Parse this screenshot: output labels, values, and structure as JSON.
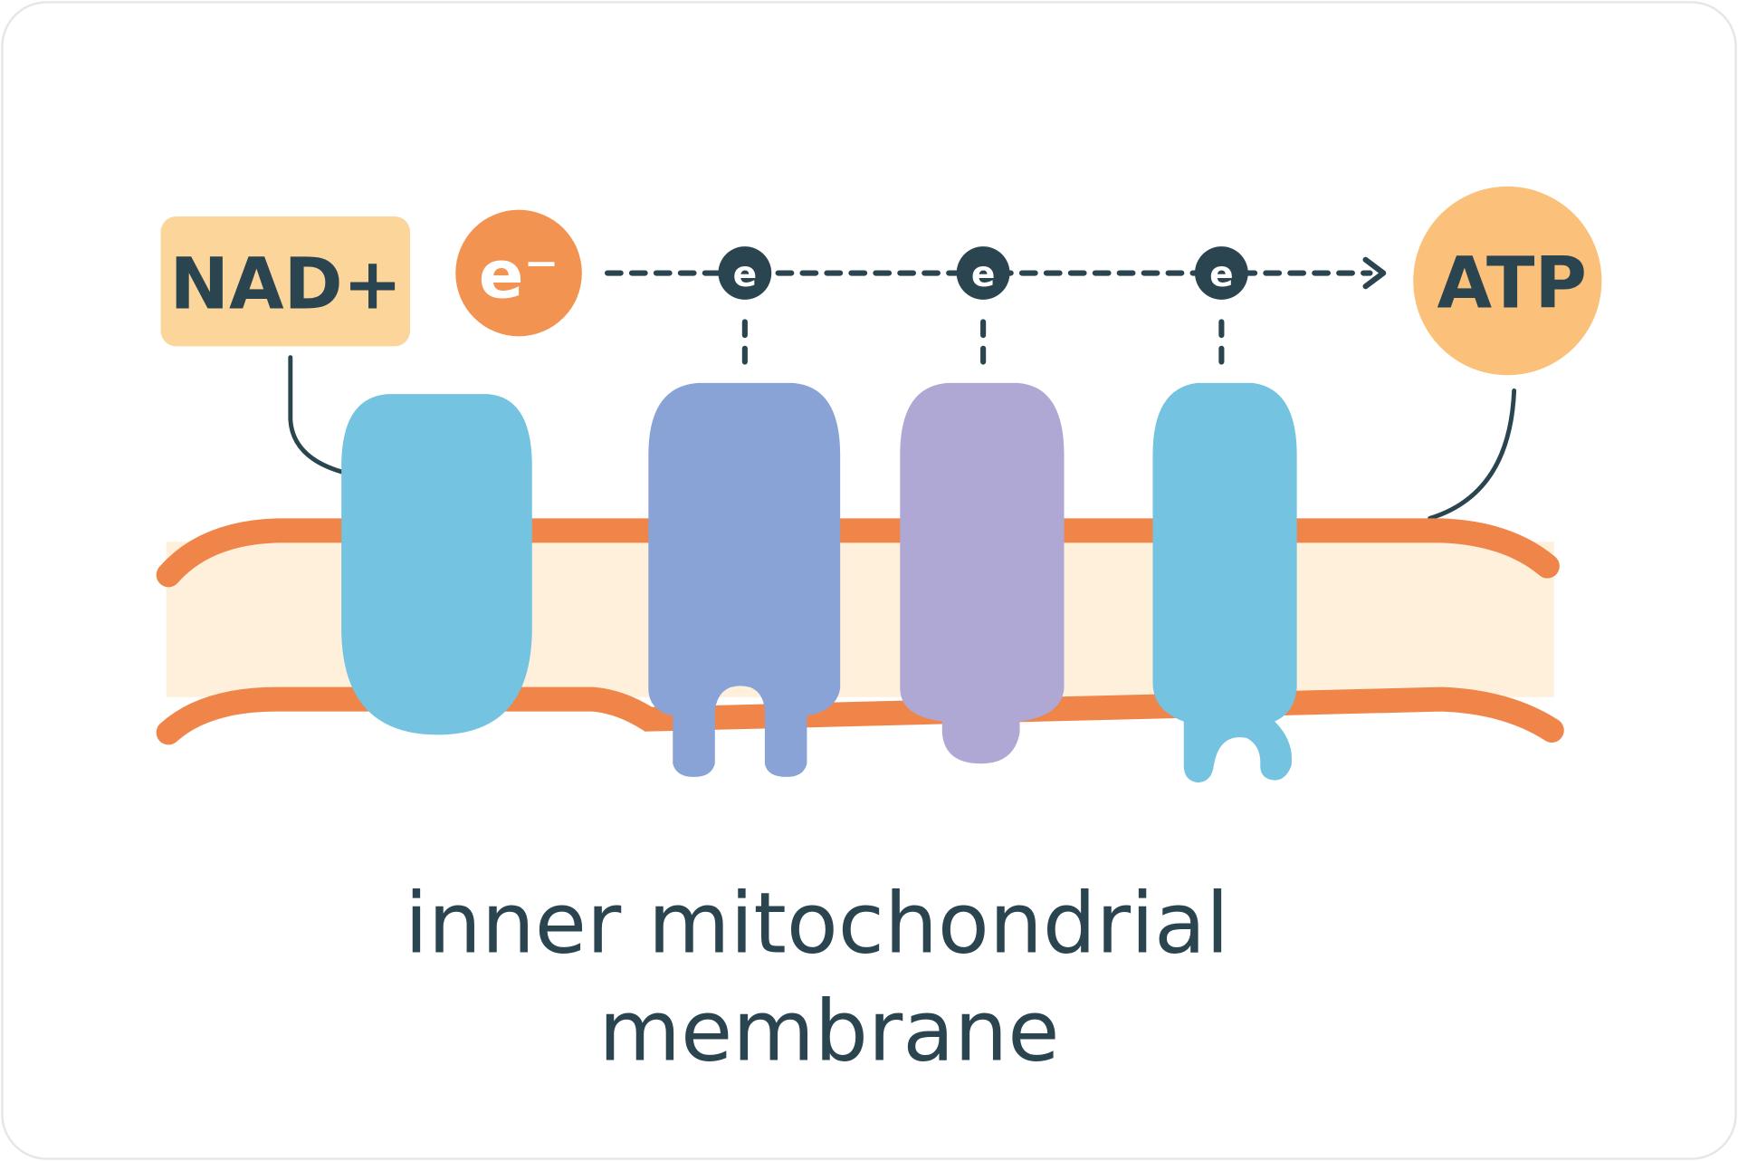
{
  "diagram": {
    "nad_label": "NAD+",
    "electron_source_label": "e⁻",
    "carrier_labels": [
      "e",
      "e",
      "e"
    ],
    "atp_label": "ATP",
    "caption_line1": "inner mitochondrial",
    "caption_line2": "membrane"
  },
  "colors": {
    "ink": "#2b4550",
    "nad_box": "#fcd59a",
    "electron": "#f39352",
    "atp": "#fbc07a",
    "membrane_band": "#f0854a",
    "membrane_fill": "#fff0dc",
    "complex_1": "#74c3e1",
    "complex_2": "#8aa3d6",
    "complex_3": "#b0a8d4",
    "complex_4": "#74c3e1"
  }
}
